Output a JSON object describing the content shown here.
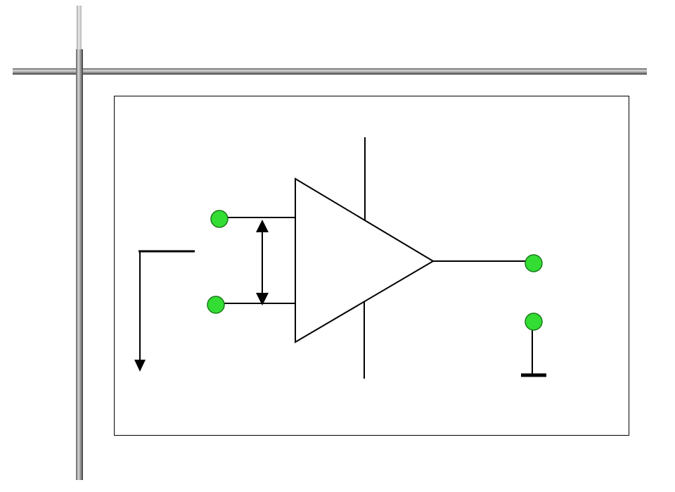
{
  "colors": {
    "background": "#ffffff",
    "line": "#000000",
    "terminal_fill": "#33dd33",
    "terminal_stroke": "#1a7a1a",
    "rule_dark": "#3c3c3c",
    "rule_light": "#d9d9d9"
  },
  "elements": {
    "amplifier": "triangle-amplifier-symbol",
    "input_terminals": [
      "input-terminal-top",
      "input-terminal-bottom"
    ],
    "output_terminal": "output-terminal",
    "ground_terminal": "ground-terminal",
    "differential_voltage_arrow": "double-headed-arrow",
    "left_arrow": "down-arrow-icon"
  }
}
